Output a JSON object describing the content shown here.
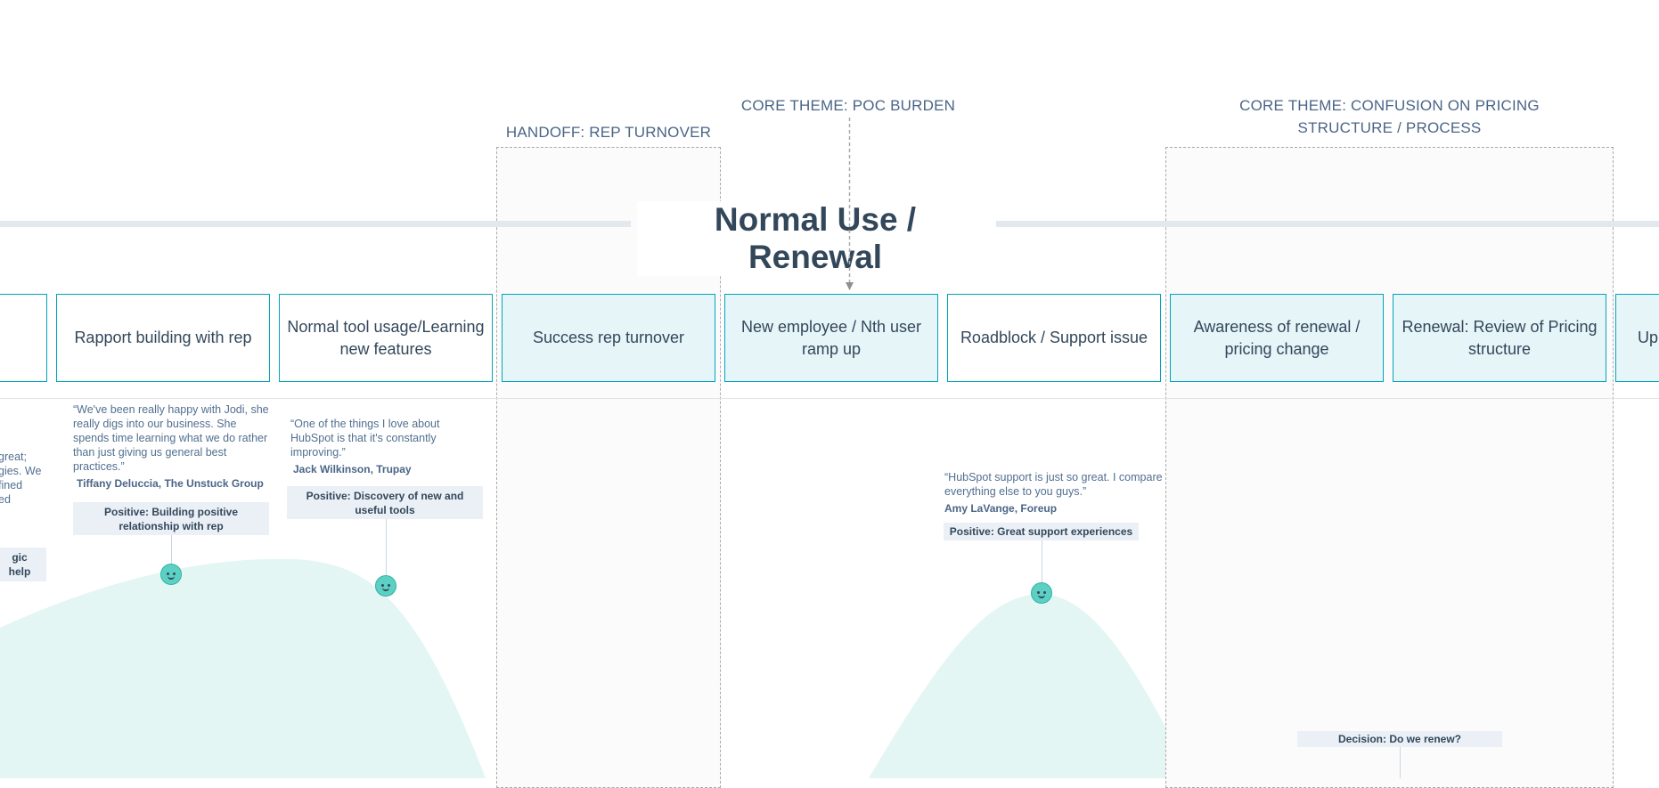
{
  "stage_title": "Normal Use / Renewal",
  "zones": {
    "handoff": {
      "label": "HANDOFF: REP TURNOVER"
    },
    "poc": {
      "label": "CORE THEME: POC BURDEN"
    },
    "pricing": {
      "label_line1": "CORE THEME: CONFUSION ON PRICING",
      "label_line2": "STRUCTURE / PROCESS"
    }
  },
  "cards": [
    {
      "label": "Rapport building with rep"
    },
    {
      "label": "Normal tool usage/Learning new features"
    },
    {
      "label": "Success rep turnover"
    },
    {
      "label": "New employee / Nth user ramp up"
    },
    {
      "label": "Roadblock / Support issue"
    },
    {
      "label": "Awareness of renewal / pricing change"
    },
    {
      "label": "Renewal: Review of Pricing structure"
    },
    {
      "label": "Up"
    }
  ],
  "left_partial": {
    "quote": "great;\ngies. We\nfined\ned",
    "tag": "gic help"
  },
  "touchpoints": [
    {
      "quote": "“We've been really happy with Jodi, she really digs into our business. She spends time learning what we do rather than just giving us general best practices.”",
      "author": "Tiffany Deluccia, The Unstuck Group",
      "tag": "Positive: Building positive relationship with rep",
      "sentiment_icon": "happy-face-icon"
    },
    {
      "quote": "“One of the things I love about HubSpot is that it's constantly improving.”",
      "author": "Jack Wilkinson, Trupay",
      "tag": "Positive: Discovery of new and useful tools",
      "sentiment_icon": "happy-face-icon"
    },
    {
      "quote": "“HubSpot support is just so great. I compare everything else to you guys.”",
      "author": "Amy LaVange, Foreup",
      "tag": "Positive: Great support experiences",
      "sentiment_icon": "happy-face-icon"
    }
  ],
  "decision": {
    "tag": "Decision: Do we renew?"
  },
  "colors": {
    "card_border": "#00a4bd",
    "card_highlight": "#e6f5f8",
    "curve_fill": "#e3f6f3",
    "face": "#5cd0c3",
    "text_dark": "#33475b",
    "theme_text": "#4a6587"
  }
}
